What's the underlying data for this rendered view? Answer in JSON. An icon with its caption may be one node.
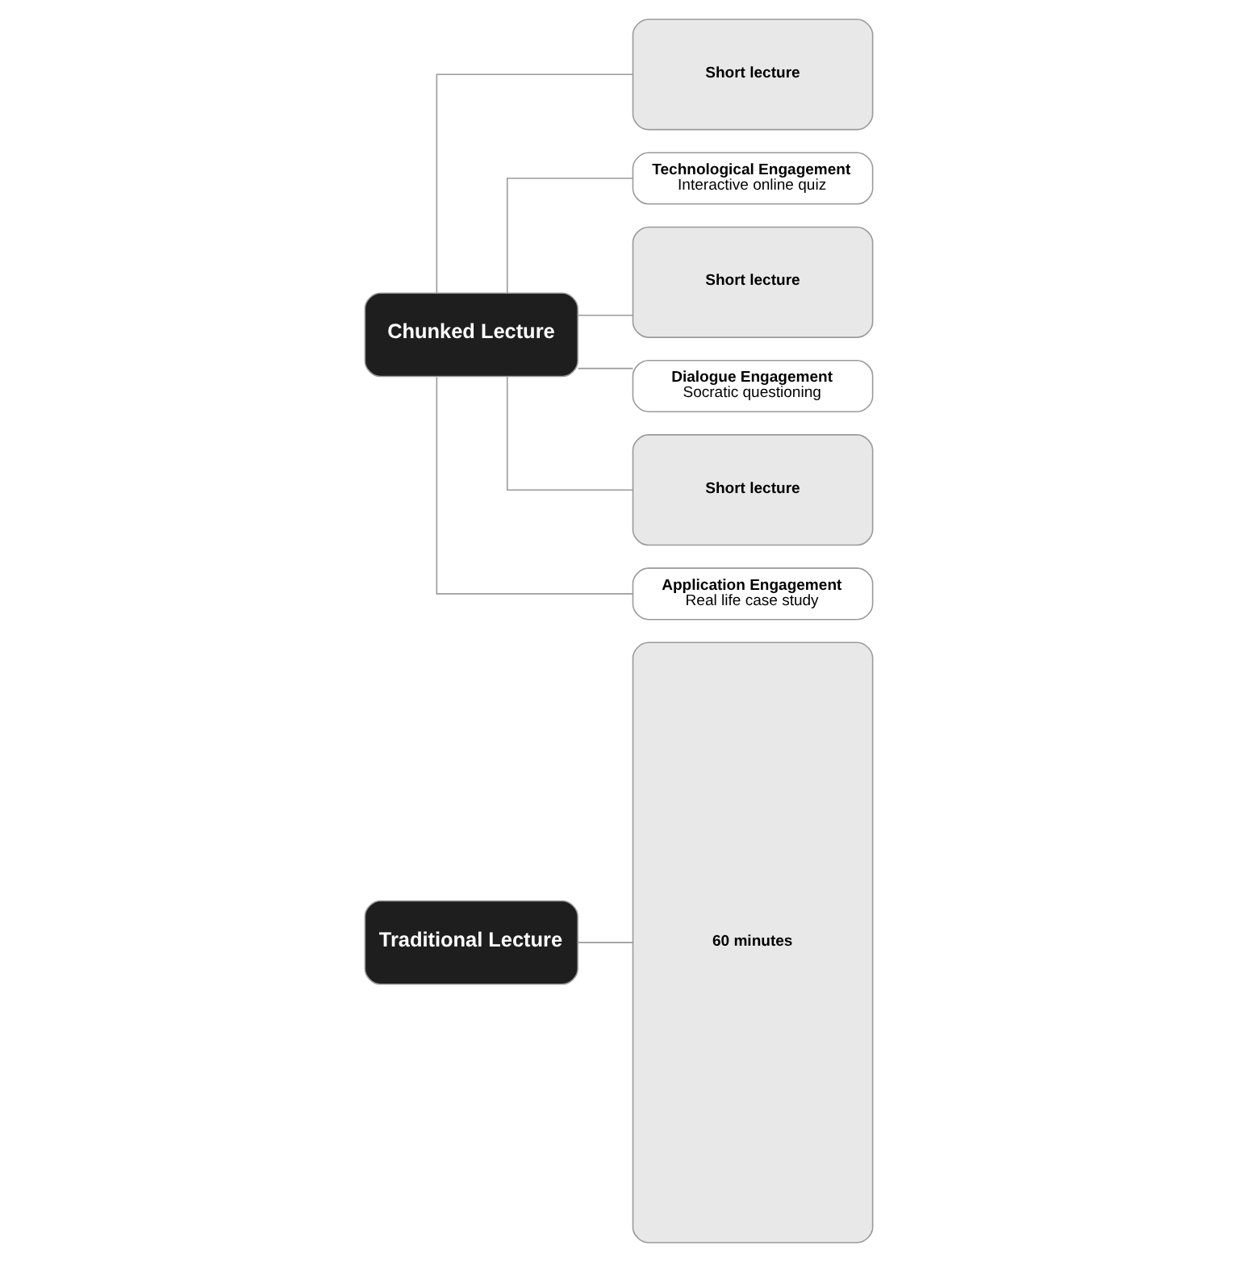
{
  "diagram": {
    "nodes": [
      {
        "text": [
          "Traditional Lecture"
        ]
      },
      {
        "text": [
          "60 minutes"
        ]
      },
      {
        "text": [
          "Chunked Lecture"
        ]
      },
      {
        "text": [
          "Short lecture"
        ]
      },
      {
        "text": [
          "Technological Engagement",
          "Interactive online quiz"
        ]
      },
      {
        "text": [
          "Short lecture"
        ]
      },
      {
        "text": [
          "Dialogue Engagement",
          "Socratic questioning"
        ]
      },
      {
        "text": [
          "Short lecture"
        ]
      },
      {
        "text": [
          "Application Engagement",
          "Real life case study"
        ]
      }
    ],
    "edges": [
      {
        "from": 0,
        "to": 1,
        "arrow": "none"
      },
      {
        "from": 2,
        "to": 3,
        "arrow": "none"
      },
      {
        "from": 2,
        "to": 4,
        "arrow": "none"
      },
      {
        "from": 2,
        "to": 5,
        "arrow": "none"
      },
      {
        "from": 2,
        "to": 6,
        "arrow": "none"
      },
      {
        "from": 2,
        "to": 7,
        "arrow": "none"
      },
      {
        "from": 2,
        "to": 8,
        "arrow": "none"
      }
    ]
  }
}
